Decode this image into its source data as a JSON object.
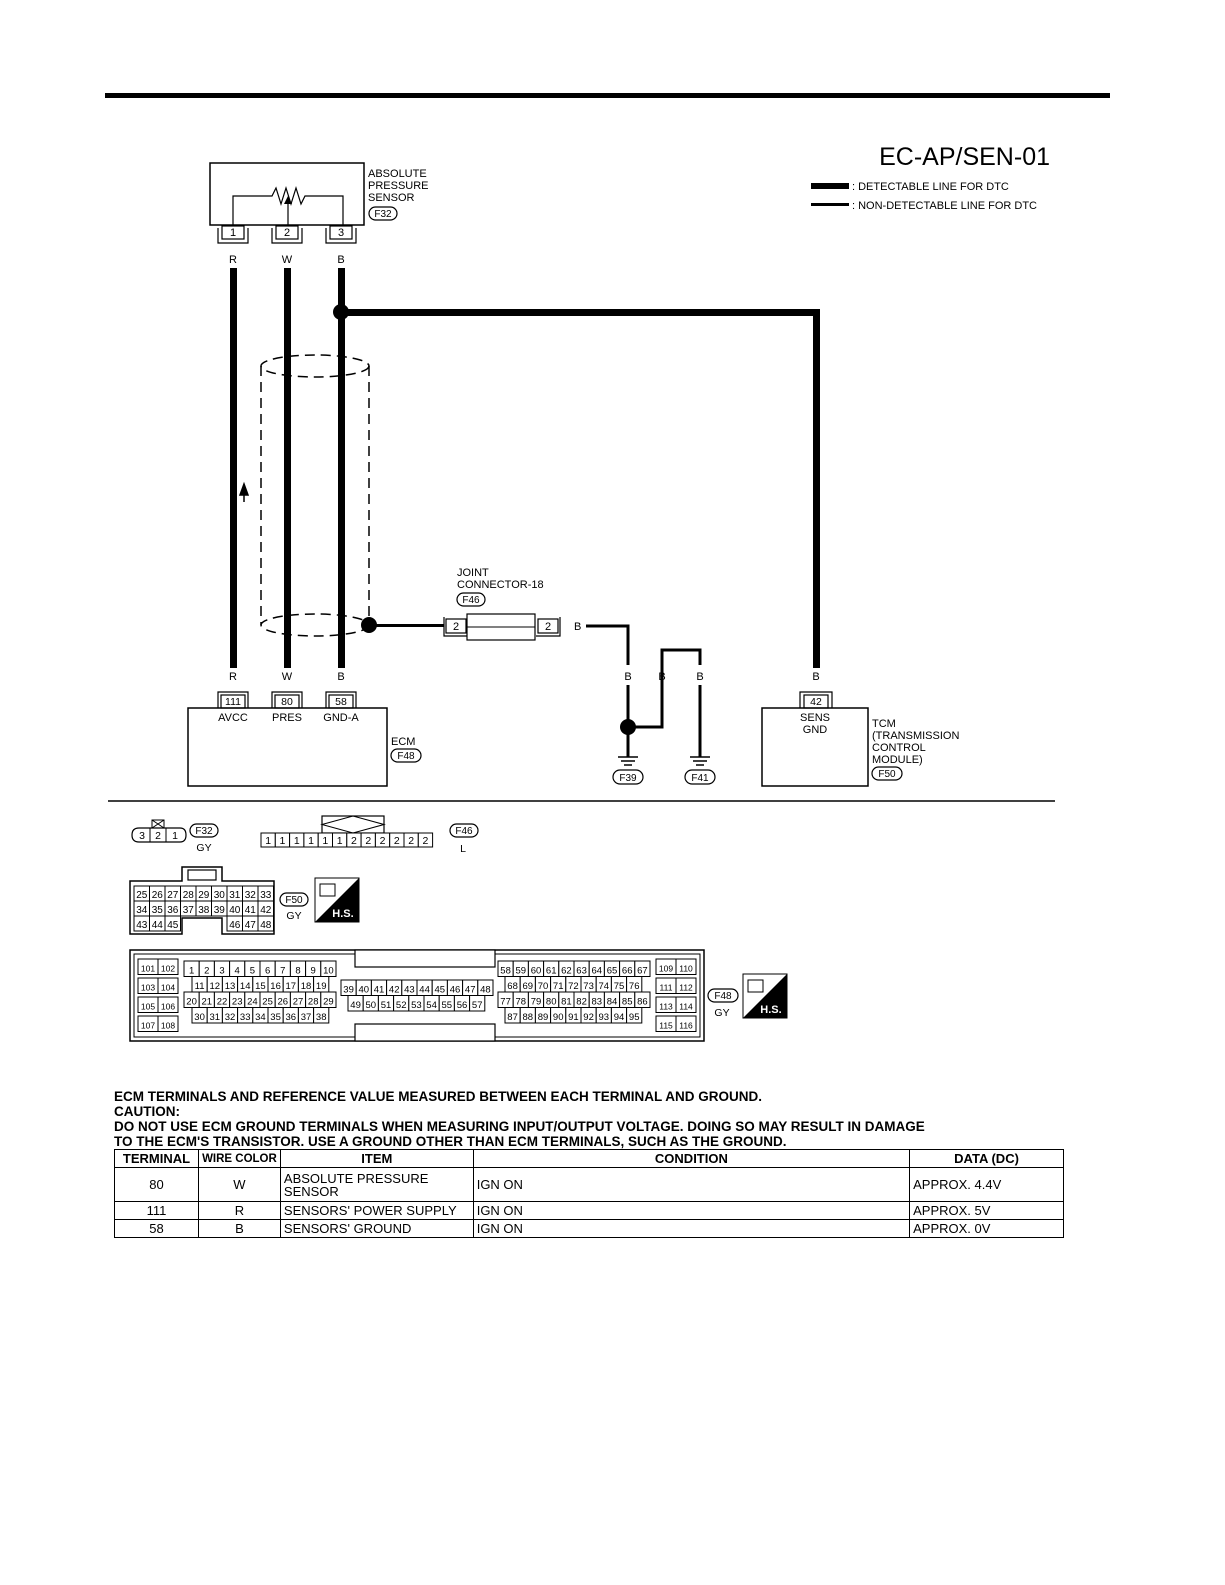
{
  "diagram": {
    "code": "EC-AP/SEN-01",
    "legend": {
      "detectable": ": DETECTABLE LINE FOR DTC",
      "non_detectable": ": NON-DETECTABLE LINE FOR DTC"
    },
    "sensor": {
      "name_lines": [
        "ABSOLUTE",
        "PRESSURE",
        "SENSOR"
      ],
      "connector": "F32",
      "pins": [
        "1",
        "2",
        "3"
      ],
      "wire_colors": [
        "R",
        "W",
        "B"
      ]
    },
    "joint": {
      "name_lines": [
        "JOINT",
        "CONNECTOR-18"
      ],
      "connector": "F46",
      "pin_left": "2",
      "pin_right": "2",
      "wire_color": "B"
    },
    "grounds": {
      "wire_colors": [
        "B",
        "B",
        "B"
      ],
      "labels": [
        "F39",
        "F41"
      ]
    },
    "ecm": {
      "name": "ECM",
      "connector": "F48",
      "wire_colors": [
        "R",
        "W",
        "B"
      ],
      "pins": [
        "111",
        "80",
        "58"
      ],
      "pin_names": [
        "AVCC",
        "PRES",
        "GND-A"
      ]
    },
    "tcm": {
      "wire_color": "B",
      "pin": "42",
      "pin_name_lines": [
        "SENS",
        "GND"
      ],
      "name_lines": [
        "TCM",
        "(TRANSMISSION",
        "CONTROL",
        "MODULE)"
      ],
      "connector": "F50"
    }
  },
  "connector_views": {
    "f32": {
      "pins": [
        "3",
        "2",
        "1"
      ],
      "label": "F32",
      "color": "GY"
    },
    "f46": {
      "pins": [
        "1",
        "1",
        "1",
        "1",
        "1",
        "1",
        "2",
        "2",
        "2",
        "2",
        "2",
        "2"
      ],
      "label": "F46",
      "color": "L"
    },
    "f50": {
      "rows": [
        [
          "25",
          "26",
          "27",
          "28",
          "29",
          "30",
          "31",
          "32",
          "33"
        ],
        [
          "34",
          "35",
          "36",
          "37",
          "38",
          "39",
          "40",
          "41",
          "42"
        ],
        [
          "43",
          "44",
          "45",
          "46",
          "47",
          "48"
        ]
      ],
      "label": "F50",
      "color": "GY",
      "badge": "H.S."
    },
    "f48": {
      "left_col": [
        [
          "101",
          "102"
        ],
        [
          "103",
          "104"
        ],
        [
          "105",
          "106"
        ],
        [
          "107",
          "108"
        ]
      ],
      "block1": [
        [
          "1",
          "2",
          "3",
          "4",
          "5",
          "6",
          "7",
          "8",
          "9",
          "10"
        ],
        [
          "11",
          "12",
          "13",
          "14",
          "15",
          "16",
          "17",
          "18",
          "19"
        ],
        [
          "20",
          "21",
          "22",
          "23",
          "24",
          "25",
          "26",
          "27",
          "28",
          "29"
        ],
        [
          "30",
          "31",
          "32",
          "33",
          "34",
          "35",
          "36",
          "37",
          "38"
        ]
      ],
      "block2": [
        [
          "39",
          "40",
          "41",
          "42",
          "43",
          "44",
          "45",
          "46",
          "47",
          "48"
        ],
        [
          "49",
          "50",
          "51",
          "52",
          "53",
          "54",
          "55",
          "56",
          "57"
        ]
      ],
      "block3": [
        [
          "58",
          "59",
          "60",
          "61",
          "62",
          "63",
          "64",
          "65",
          "66",
          "67"
        ],
        [
          "68",
          "69",
          "70",
          "71",
          "72",
          "73",
          "74",
          "75",
          "76"
        ],
        [
          "77",
          "78",
          "79",
          "80",
          "81",
          "82",
          "83",
          "84",
          "85",
          "86"
        ],
        [
          "87",
          "88",
          "89",
          "90",
          "91",
          "92",
          "93",
          "94",
          "95"
        ]
      ],
      "right_col": [
        [
          "109",
          "110"
        ],
        [
          "111",
          "112"
        ],
        [
          "113",
          "114"
        ],
        [
          "115",
          "116"
        ]
      ],
      "label": "F48",
      "color": "GY",
      "badge": "H.S."
    }
  },
  "notes": {
    "line1": "ECM TERMINALS AND REFERENCE VALUE MEASURED BETWEEN EACH TERMINAL AND GROUND.",
    "line2": "CAUTION:",
    "line3": "DO NOT USE ECM GROUND TERMINALS WHEN MEASURING INPUT/OUTPUT VOLTAGE. DOING SO MAY RESULT IN DAMAGE",
    "line4": "TO THE ECM'S TRANSISTOR. USE A GROUND OTHER THAN ECM TERMINALS, SUCH AS THE GROUND."
  },
  "table": {
    "headers": {
      "terminal": "TERMINAL",
      "wire_color": "WIRE COLOR",
      "item": "ITEM",
      "condition": "CONDITION",
      "data": "DATA (DC)"
    },
    "rows": [
      {
        "terminal": "80",
        "wire": "W",
        "item": "ABSOLUTE PRESSURE SENSOR",
        "condition": "IGN ON",
        "data": "APPROX. 4.4V"
      },
      {
        "terminal": "111",
        "wire": "R",
        "item": "SENSORS' POWER SUPPLY",
        "condition": "IGN ON",
        "data": "APPROX. 5V"
      },
      {
        "terminal": "58",
        "wire": "B",
        "item": "SENSORS' GROUND",
        "condition": "IGN ON",
        "data": "APPROX. 0V"
      }
    ]
  }
}
